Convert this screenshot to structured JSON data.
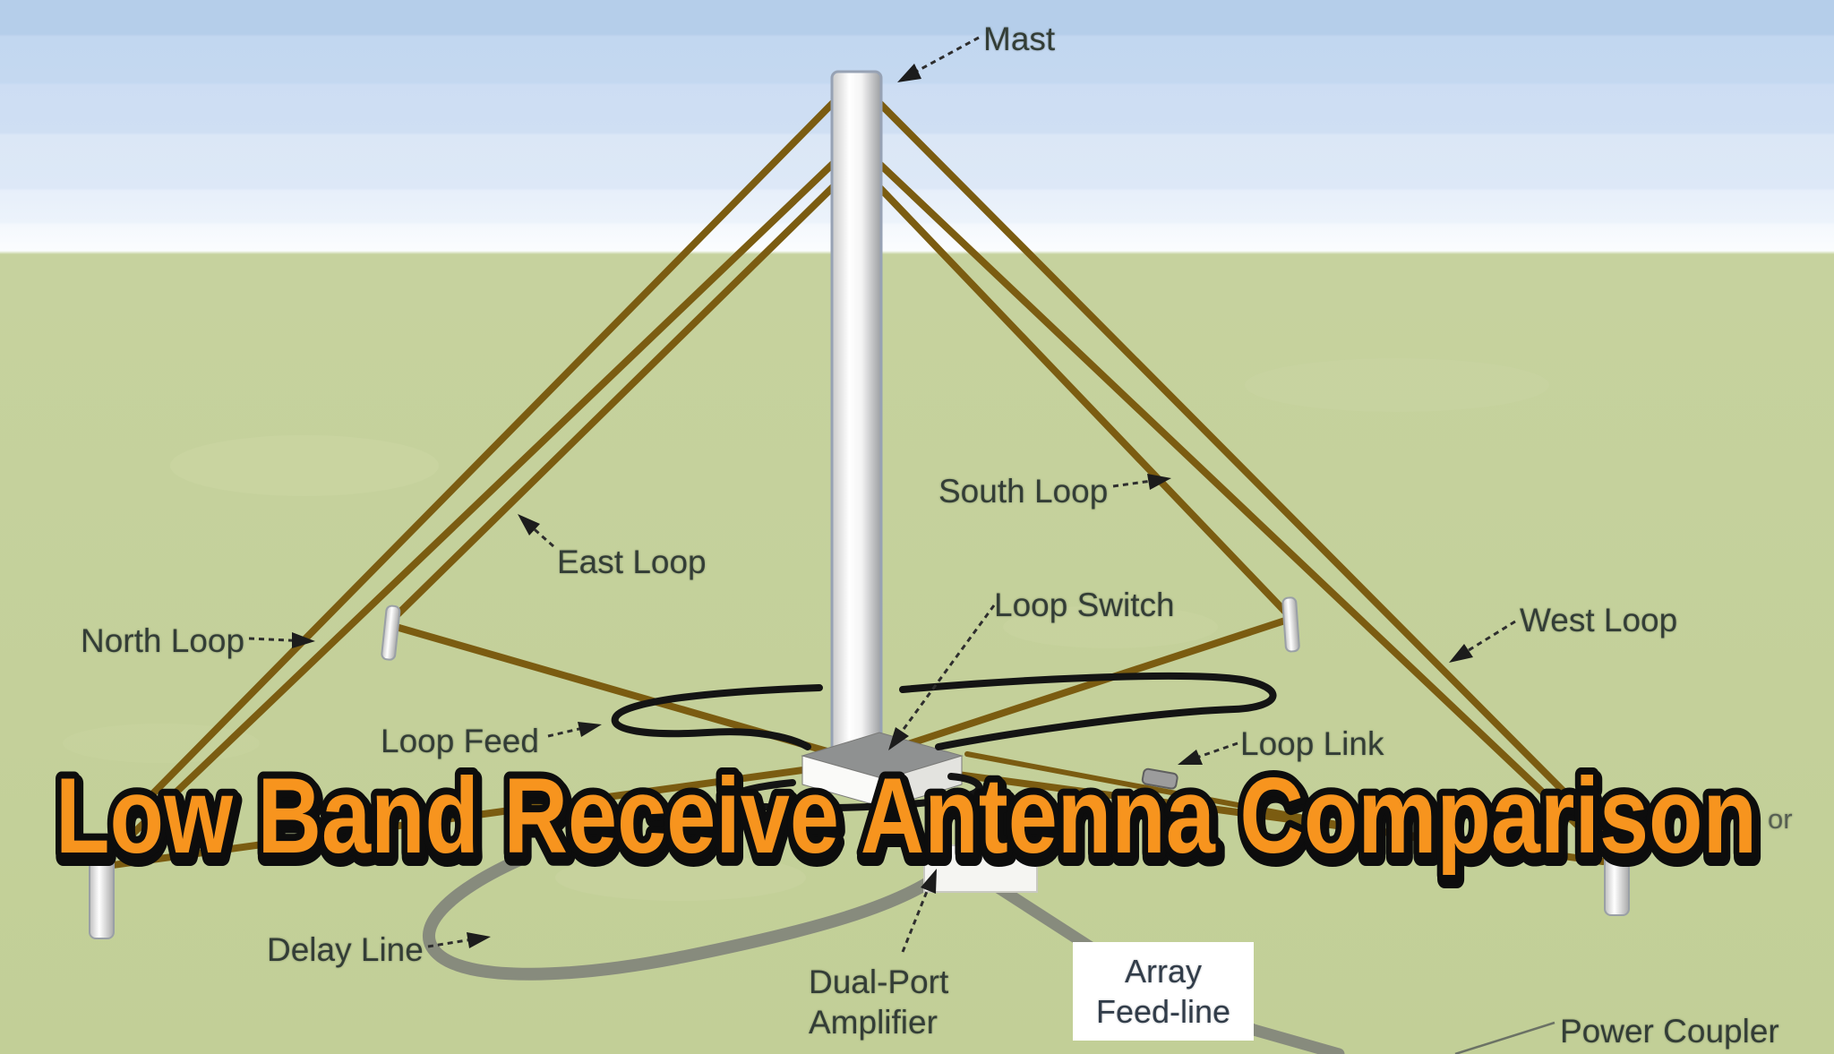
{
  "title": {
    "text": "Low Band Receive Antenna Comparison",
    "fill_color": "#f7941e",
    "outline_color": "#0d0d0d"
  },
  "scene": {
    "sky_top_color": "#b5ceea",
    "sky_horizon_color": "#fbfdfe",
    "ground_color": "#c2cf97",
    "loop_wire_color": "#7b5c11",
    "feed_wire_color": "#141414",
    "coax_color": "#878b7d",
    "label_color": "#333d36"
  },
  "labels": {
    "mast": "Mast",
    "south_loop": "South Loop",
    "east_loop": "East Loop",
    "north_loop": "North Loop",
    "west_loop": "West Loop",
    "loop_switch": "Loop Switch",
    "loop_feed": "Loop Feed",
    "loop_link": "Loop Link",
    "delay_line": "Delay Line",
    "dual_port_amplifier": {
      "line1": "Dual-Port",
      "line2": "Amplifier"
    },
    "array_feedline": {
      "line1": "Array",
      "line2": "Feed-line"
    },
    "power_coupler": "Power Coupler",
    "overlapped_fragment": "or"
  }
}
